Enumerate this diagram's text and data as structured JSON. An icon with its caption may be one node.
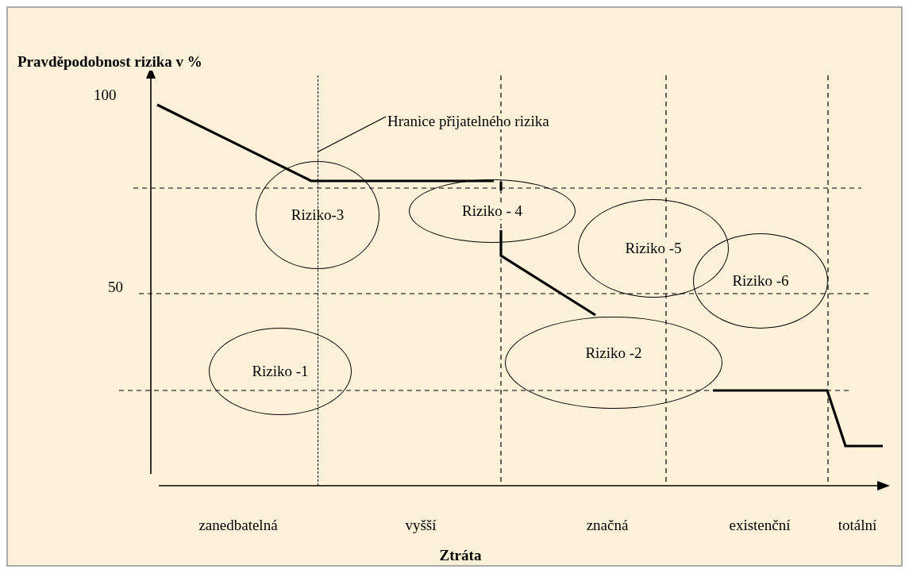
{
  "diagram": {
    "nodes": [
      {
        "text": [
          "Hranice přijatelného rizika"
        ]
      },
      {
        "text": [
          "Riziko-3"
        ]
      },
      {
        "text": [
          "Riziko - 4"
        ]
      },
      {
        "text": [
          "Riziko -5"
        ]
      },
      {
        "text": [
          "Riziko -6"
        ]
      },
      {
        "text": [
          "Riziko -2"
        ]
      },
      {
        "text": [
          "Riziko -1"
        ]
      },
      {
        "text": [],
        "shape": "bar"
      }
    ],
    "edges": [
      {
        "from": 0,
        "to": 7,
        "arrow": "none"
      }
    ],
    "labels": [
      "Pravděpodobnost rizika v %",
      "100",
      "50",
      "zanedbatelná",
      "vyšší",
      "značná",
      "existenční",
      "totální",
      "Ztráta"
    ]
  }
}
